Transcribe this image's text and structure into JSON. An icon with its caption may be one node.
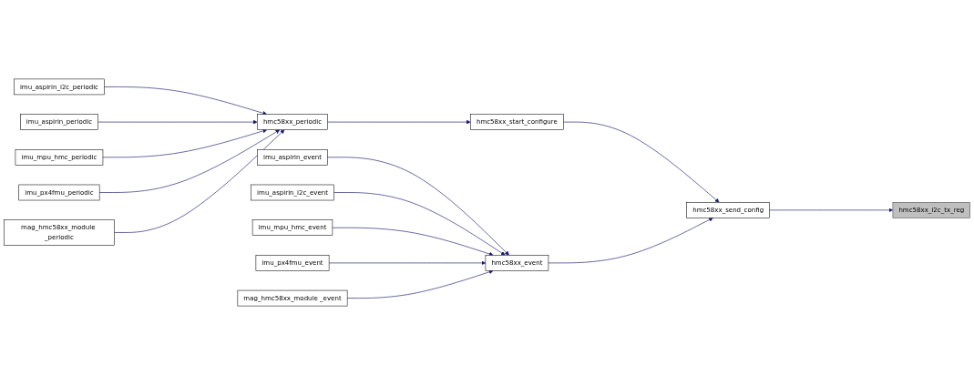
{
  "diagram": {
    "nodes": [
      {
        "text": [
          "hmc58xx_i2c_tx_reg"
        ]
      },
      {
        "text": [
          "hmc58xx_send_config"
        ]
      },
      {
        "text": [
          "hmc58xx_event"
        ]
      },
      {
        "text": [
          "hmc58xx_start_configure"
        ]
      },
      {
        "text": [
          "hmc58xx_periodic"
        ]
      },
      {
        "text": [
          "imu_aspirin_event"
        ]
      },
      {
        "text": [
          "imu_aspirin_i2c_event"
        ]
      },
      {
        "text": [
          "imu_mpu_hmc_event"
        ]
      },
      {
        "text": [
          "imu_px4fmu_event"
        ]
      },
      {
        "text": [
          "mag_hmc58xx_module _event"
        ]
      },
      {
        "text": [
          "imu_aspirin_i2c_periodic"
        ]
      },
      {
        "text": [
          "imu_aspirin_periodic"
        ]
      },
      {
        "text": [
          "imu_mpu_hmc_periodic"
        ]
      },
      {
        "text": [
          "imu_px4fmu_periodic"
        ]
      },
      {
        "text": [
          "mag_hmc58xx_module _periodic"
        ]
      }
    ],
    "edges": [
      {
        "from": 1,
        "to": 0,
        "arrow": "to"
      },
      {
        "from": 3,
        "to": 1,
        "arrow": "to"
      },
      {
        "from": 2,
        "to": 1,
        "arrow": "to"
      },
      {
        "from": 4,
        "to": 3,
        "arrow": "to"
      },
      {
        "from": 10,
        "to": 4,
        "arrow": "to"
      },
      {
        "from": 11,
        "to": 4,
        "arrow": "to"
      },
      {
        "from": 12,
        "to": 4,
        "arrow": "to"
      },
      {
        "from": 13,
        "to": 4,
        "arrow": "to"
      },
      {
        "from": 14,
        "to": 4,
        "arrow": "to"
      },
      {
        "from": 5,
        "to": 2,
        "arrow": "to"
      },
      {
        "from": 6,
        "to": 2,
        "arrow": "to"
      },
      {
        "from": 7,
        "to": 2,
        "arrow": "to"
      },
      {
        "from": 8,
        "to": 2,
        "arrow": "to"
      },
      {
        "from": 9,
        "to": 2,
        "arrow": "to"
      }
    ]
  }
}
